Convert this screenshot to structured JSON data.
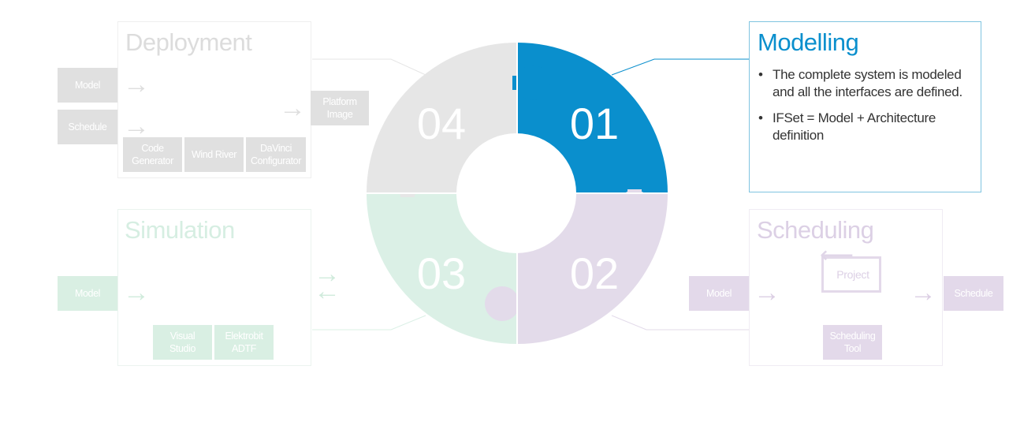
{
  "colors": {
    "accent_blue": "#0a8fcd",
    "grey_piece": "#e6e6e6",
    "green_piece": "#dbf0e6",
    "purple_piece": "#e3dbea",
    "faded_grey_text": "#dcdcdc",
    "faded_green_text": "#d6eee2",
    "faded_purple_text": "#dcd0e5"
  },
  "puzzle": {
    "pieces": [
      {
        "number": "01",
        "stage": "Modelling"
      },
      {
        "number": "02",
        "stage": "Scheduling"
      },
      {
        "number": "03",
        "stage": "Simulation"
      },
      {
        "number": "04",
        "stage": "Deployment"
      }
    ]
  },
  "modelling": {
    "title": "Modelling",
    "bullets": [
      "The complete system is modeled and all the interfaces are defined.",
      "IFSet = Model + Architecture definition"
    ]
  },
  "deployment": {
    "title": "Deployment",
    "inputs": [
      "Model",
      "Schedule"
    ],
    "output": "Platform\nImage",
    "tools": [
      "Code\nGenerator",
      "Wind River",
      "DaVinci\nConfigurator"
    ],
    "arrow_icon": "right-arrow-icon"
  },
  "simulation": {
    "title": "Simulation",
    "input": "Model",
    "tools": [
      "Visual\nStudio",
      "Elektrobit\nADTF"
    ],
    "exchange_icon": "bidirectional-arrows-icon"
  },
  "scheduling": {
    "title": "Scheduling",
    "input": "Model",
    "center": "Project",
    "output": "Schedule",
    "tool": "Scheduling\nTool",
    "loop_icon": "loop-arrow-icon"
  }
}
